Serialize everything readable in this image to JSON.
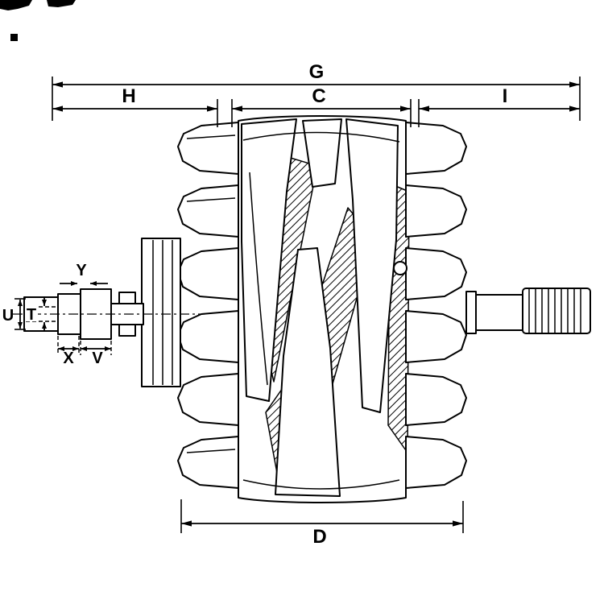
{
  "colors": {
    "line": "#000000",
    "background": "#ffffff"
  },
  "dim_labels": {
    "g": "G",
    "h": "H",
    "c": "C",
    "i": "I",
    "d": "D",
    "u": "U",
    "t": "T",
    "y": "Y",
    "x": "X",
    "v": "V"
  }
}
